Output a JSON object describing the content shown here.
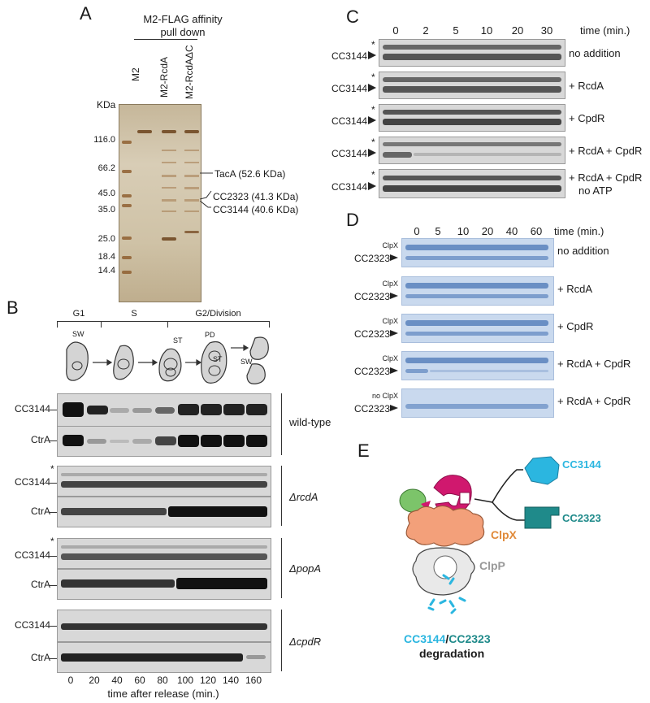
{
  "panels": {
    "A": {
      "letter": "A",
      "header_line1": "M2-FLAG  affinity",
      "header_line2": "pull down",
      "lanes": [
        "M2",
        "M2-RcdA",
        "M2-RcdAΔC"
      ],
      "kda_label": "KDa",
      "markers": [
        "116.0",
        "66.2",
        "45.0",
        "35.0",
        "25.0",
        "18.4",
        "14.4"
      ],
      "annotations": [
        "TacA (52.6 KDa)",
        "CC2323 (41.3 KDa)",
        "CC3144 (40.6 KDa)"
      ]
    },
    "B": {
      "letter": "B",
      "phases": [
        "G1",
        "S",
        "G2/Division"
      ],
      "cell_labels": [
        "SW",
        "ST",
        "PD",
        "ST",
        "SW"
      ],
      "blot_labels": [
        "CC3144",
        "CtrA"
      ],
      "strains": [
        "wild-type",
        "ΔrcdA",
        "ΔpopA",
        "ΔcpdR"
      ],
      "asterisk": "*",
      "timepoints": [
        "0",
        "20",
        "40",
        "60",
        "80",
        "100",
        "120",
        "140",
        "160"
      ],
      "xlabel": "time after release (min.)"
    },
    "C": {
      "letter": "C",
      "timepoints": [
        "0",
        "2",
        "5",
        "10",
        "20",
        "30"
      ],
      "time_label": "time (min.)",
      "protein": "CC3144",
      "asterisk": "*",
      "conditions": [
        "no addition",
        "+ RcdA",
        "+ CpdR",
        "+ RcdA + CpdR",
        "+ RcdA + CpdR",
        "no ATP"
      ]
    },
    "D": {
      "letter": "D",
      "timepoints": [
        "0",
        "5",
        "10",
        "20",
        "40",
        "60"
      ],
      "time_label": "time (min.)",
      "protein": "CC2323",
      "clpx": "ClpX",
      "no_clpx": "no ClpX",
      "conditions": [
        "no addition",
        "+ RcdA",
        "+ CpdR",
        "+ RcdA + CpdR",
        "+ RcdA + CpdR"
      ]
    },
    "E": {
      "letter": "E",
      "sub1": "CC3144",
      "sub2": "CC2323",
      "clpx": "ClpX",
      "clpp": "ClpP",
      "bottom1": "CC3144",
      "slash": "/",
      "bottom2": "CC2323",
      "bottom3": "degradation",
      "colors": {
        "cc3144": "#2bb6e0",
        "cc2323": "#1f8a8a",
        "clpx": "#f3a07a",
        "clpp": "#e9e9e9",
        "adaptor_pink": "#d0186e",
        "adaptor_green": "#7cc46a"
      }
    }
  }
}
